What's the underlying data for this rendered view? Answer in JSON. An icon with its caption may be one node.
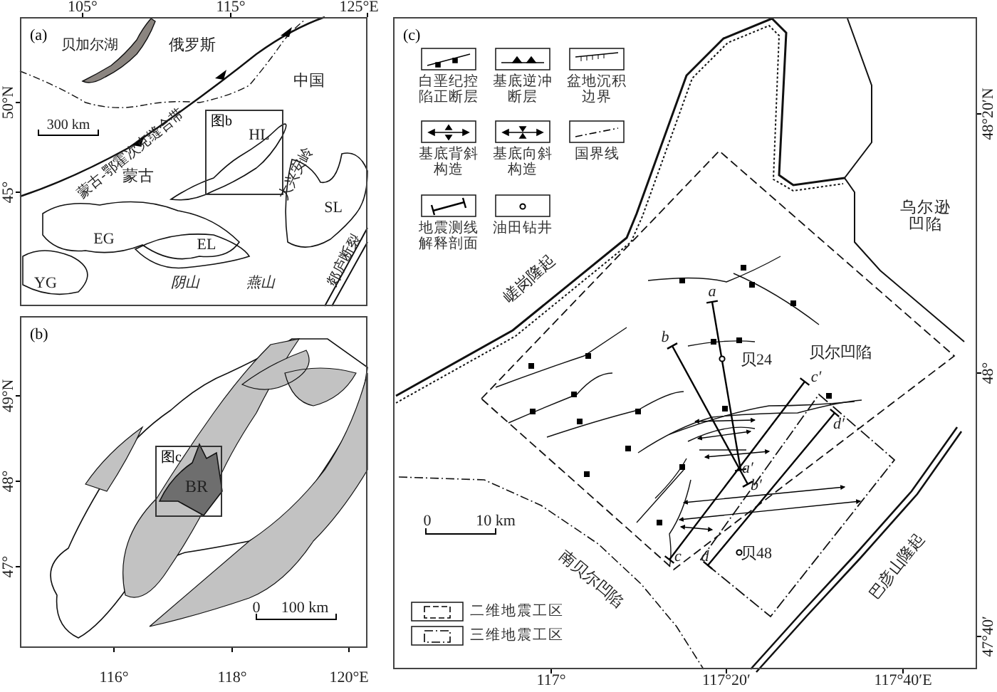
{
  "diagram": {
    "nodes": [
      {
        "text": [
          "(a)"
        ]
      },
      {
        "text": [
          "图b"
        ],
        "in": 0
      },
      {
        "text": [
          "(b)"
        ]
      },
      {
        "text": [
          "图c"
        ],
        "in": 2
      },
      {
        "text": [
          "(c)"
        ]
      }
    ],
    "labels": [
      "105°",
      "115°",
      "125°E",
      "50°N",
      "45°",
      "贝加尔湖",
      "俄罗斯",
      "中国",
      "蒙古-鄂霍次克缝合带",
      "300 km",
      "蒙古",
      "HL",
      "大兴安岭",
      "SL",
      "EG",
      "EL",
      "YG",
      "阴山",
      "燕山",
      "郯庐断裂",
      "49°N",
      "48°",
      "47°",
      "BR",
      "0",
      "100 km",
      "116°",
      "118°",
      "120°E",
      "48°20′N",
      "48°",
      "47°40′",
      "乌尔逊凹陷",
      "嵯岗隆起",
      "a",
      "b",
      "贝24",
      "贝尔凹陷",
      "c′",
      "d′",
      "a′",
      "b′",
      "0",
      "10 km",
      "南贝尔凹陷",
      "c",
      "d",
      "贝48",
      "巴彦山隆起",
      "117°",
      "117°20′",
      "117°40′E"
    ],
    "legend": [
      {
        "text": "白垩纪控陷正断层"
      },
      {
        "text": "基底逆冲断层"
      },
      {
        "text": "盆地沉积边界"
      },
      {
        "text": "基底背斜构造"
      },
      {
        "text": "基底向斜构造"
      },
      {
        "text": "国界线"
      },
      {
        "text": "地震测线解释剖面"
      },
      {
        "text": "油田钻井"
      },
      {
        "text": "二维地震工区"
      },
      {
        "text": "三维地震工区"
      }
    ]
  }
}
